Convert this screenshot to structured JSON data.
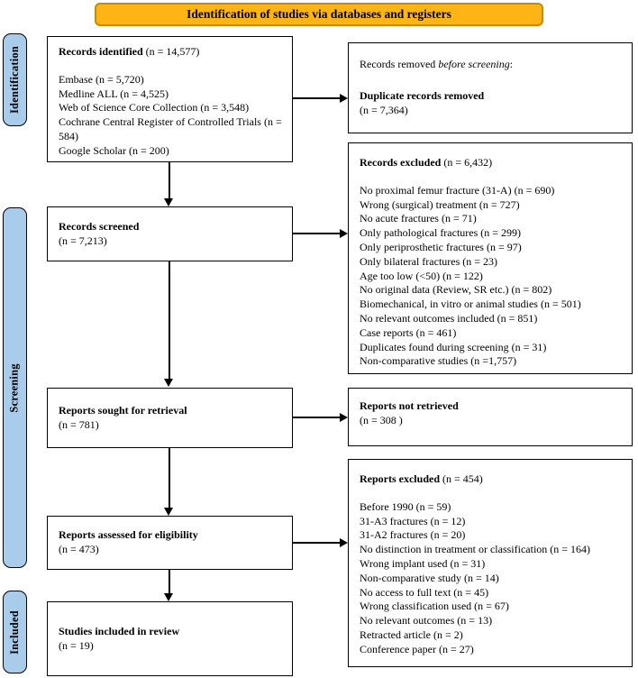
{
  "banner": {
    "label": "Identification of studies via databases and registers"
  },
  "stages": {
    "identification": "Identification",
    "screening": "Screening",
    "included": "Included"
  },
  "left_column": {
    "records_identified": {
      "title": "Records identified",
      "count": "(n = 14,577)",
      "sources": [
        "Embase (n = 5,720)",
        "Medline ALL (n = 4,525)",
        "Web of Science Core Collection (n = 3,548)",
        "Cochrane Central Register of Controlled Trials (n = 584)",
        "Google Scholar (n = 200)"
      ]
    },
    "records_screened": {
      "title": "Records screened",
      "count": "(n = 7,213)"
    },
    "reports_sought": {
      "title": "Reports sought for retrieval",
      "count": "(n = 781)"
    },
    "reports_assessed": {
      "title": "Reports assessed for eligibility",
      "count": "(n = 473)"
    },
    "studies_included": {
      "title": "Studies included in review",
      "count": "(n = 19)"
    }
  },
  "right_column": {
    "records_removed": {
      "intro_prefix": "Records removed ",
      "intro_italic": "before screening",
      "intro_suffix": ":",
      "title": "Duplicate records removed",
      "count": "(n = 7,364)"
    },
    "records_excluded": {
      "title": "Records excluded",
      "count": "(n = 6,432)",
      "reasons": [
        "No proximal femur fracture (31-A) (n = 690)",
        "Wrong (surgical) treatment (n = 727)",
        "No acute fractures (n = 71)",
        "Only pathological fractures (n = 299)",
        "Only periprosthetic fractures (n = 97)",
        "Only bilateral fractures (n = 23)",
        "Age too low (<50) (n = 122)",
        "No original data (Review, SR etc.) (n = 802)",
        "Biomechanical, in vitro or animal studies (n = 501)",
        "No relevant outcomes included (n = 851)",
        "Case reports (n = 461)",
        "Duplicates found during screening (n = 31)",
        "Non-comparative studies (n =1,757)"
      ]
    },
    "reports_not_retrieved": {
      "title": "Reports not retrieved",
      "count": "(n = 308 )"
    },
    "reports_excluded": {
      "title": "Reports excluded",
      "count": "(n = 454)",
      "reasons": [
        "Before 1990 (n = 59)",
        "31-A3 fractures (n = 12)",
        "31-A2 fractures (n = 20)",
        "No distinction in treatment or classification (n = 164)",
        "Wrong implant used (n = 31)",
        "Non-comparative study (n = 14)",
        "No access to full text (n = 45)",
        "Wrong classification used (n = 67)",
        "No relevant outcomes (n = 13)",
        "Retracted article (n = 2)",
        "Conference paper (n = 27)"
      ]
    }
  },
  "colors": {
    "banner_fill": "#FCB514",
    "banner_border": "#C98B00",
    "stage_fill": "#A8CCEA",
    "ink": "#000000"
  }
}
